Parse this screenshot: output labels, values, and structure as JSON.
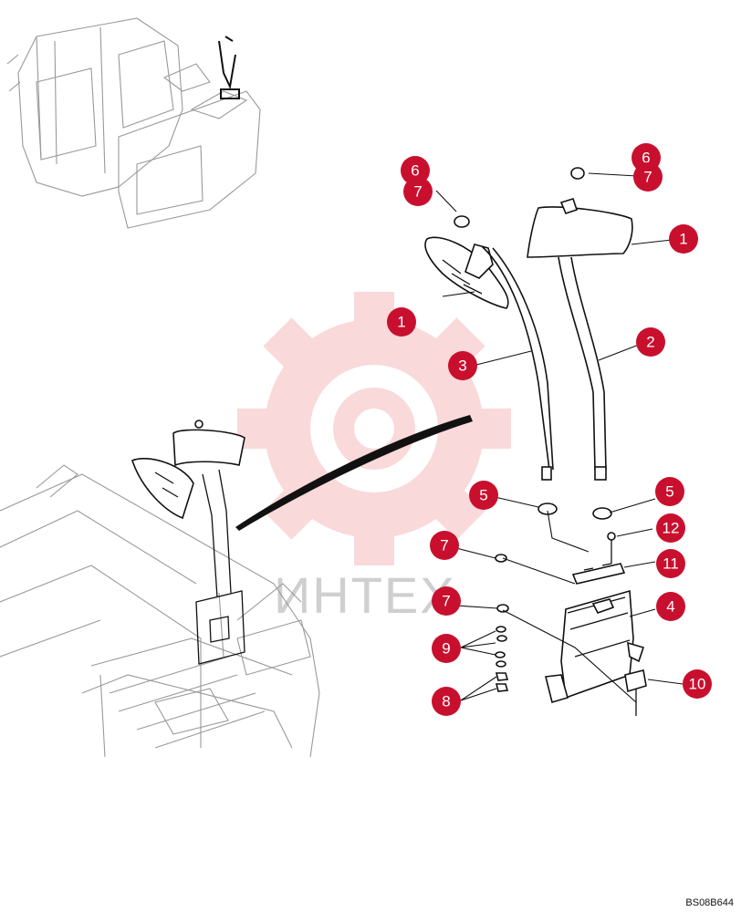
{
  "drawing": {
    "code": "BS08B644",
    "watermark": "ИНТЕХ",
    "callouts": [
      {
        "id": "c1a",
        "label": "1"
      },
      {
        "id": "c1b",
        "label": "1"
      },
      {
        "id": "c2",
        "label": "2"
      },
      {
        "id": "c3",
        "label": "3"
      },
      {
        "id": "c4",
        "label": "4"
      },
      {
        "id": "c5a",
        "label": "5"
      },
      {
        "id": "c5b",
        "label": "5"
      },
      {
        "id": "c6a",
        "label": "6"
      },
      {
        "id": "c6b",
        "label": "6"
      },
      {
        "id": "c7a",
        "label": "7"
      },
      {
        "id": "c7b",
        "label": "7"
      },
      {
        "id": "c7c",
        "label": "7"
      },
      {
        "id": "c7d",
        "label": "7"
      },
      {
        "id": "c8",
        "label": "8"
      },
      {
        "id": "c9",
        "label": "9"
      },
      {
        "id": "c10",
        "label": "10"
      },
      {
        "id": "c11",
        "label": "11"
      },
      {
        "id": "c12",
        "label": "12"
      }
    ]
  }
}
